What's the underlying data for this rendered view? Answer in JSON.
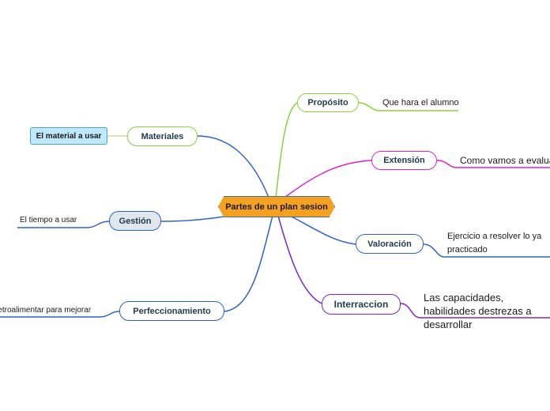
{
  "central": "Partes de un plan sesion",
  "branches": {
    "proposito": {
      "label": "Propósito",
      "color": "#86d23a",
      "leaf": "Que hara el alumno"
    },
    "extension": {
      "label": "Extensión",
      "color": "#dd22cc",
      "leaf": "Como vamos a evaluar"
    },
    "valoracion": {
      "label": "Valoración",
      "color": "#2f62c9",
      "leaf": "Ejercicio a resolver lo ya practicado"
    },
    "interraccion": {
      "label": "Interraccion",
      "color": "#7a26c9",
      "leaf": "Las capacidades, habilidades destrezas a desarrollar"
    },
    "materiales": {
      "label": "Materiales",
      "color": "#2f62c9",
      "leaf": "El material a usar"
    },
    "gestion": {
      "label": "Gestión",
      "color": "#2f62c9",
      "leaf": "El tiempo a usar"
    },
    "perfeccionamiento": {
      "label": "Perfeccionamiento",
      "color": "#2f62c9",
      "leaf": "retroalimentar para mejorar"
    }
  },
  "colors": {
    "central_fill": "#f4a021",
    "leaf_box_fill": "#bfe9fb",
    "gestion_fill": "#dfe6ec"
  }
}
